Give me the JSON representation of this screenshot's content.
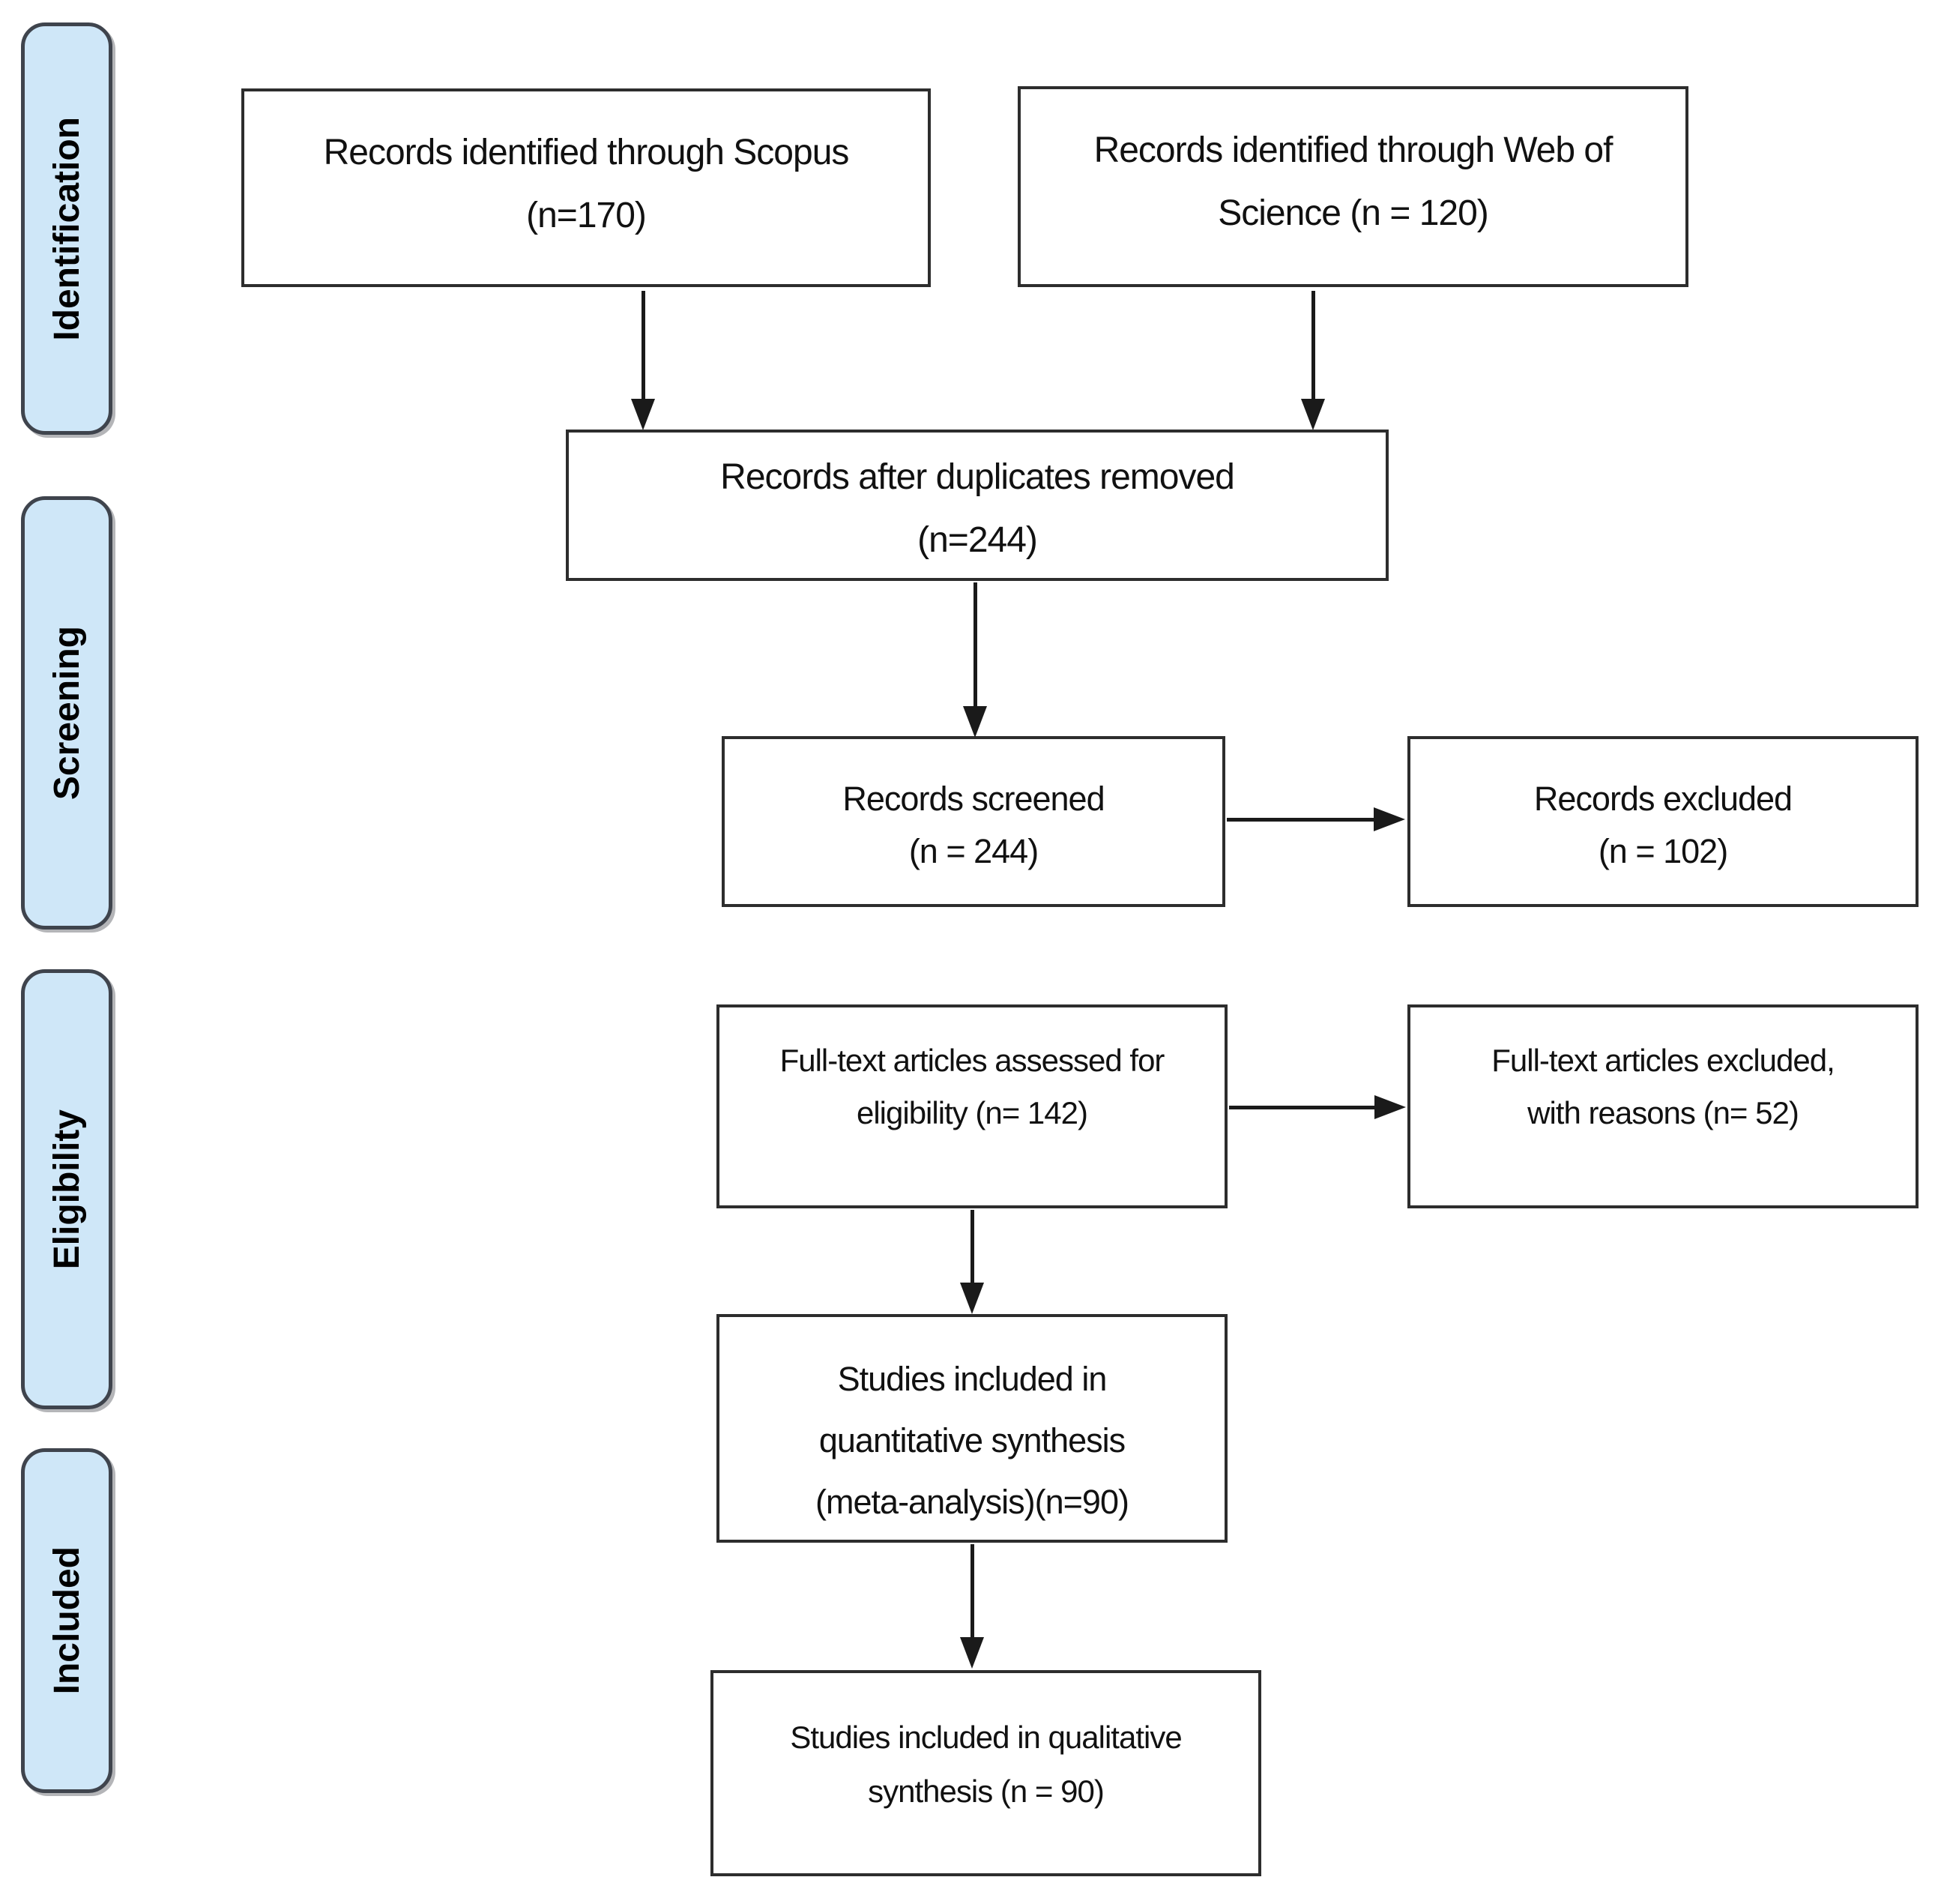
{
  "stages": {
    "identification": "Identification",
    "screening": "Screening",
    "eligibility": "Eligibility",
    "included": "Included"
  },
  "boxes": {
    "scopus": {
      "lines": [
        "Records identified through Scopus",
        "(n=170)"
      ]
    },
    "web_of_science": {
      "lines": [
        "Records identified through Web of",
        "Science (n = 120)"
      ]
    },
    "duplicates_removed": {
      "lines": [
        "Records after duplicates removed",
        "(n=244)"
      ]
    },
    "records_screened": {
      "lines": [
        "Records screened",
        "(n = 244)"
      ]
    },
    "records_excluded": {
      "lines": [
        "Records excluded",
        "(n = 102)"
      ]
    },
    "fulltext_assessed": {
      "lines": [
        "Full-text articles assessed for",
        "eligibility (n= 142)"
      ]
    },
    "fulltext_excluded": {
      "lines": [
        "Full-text articles excluded,",
        "with reasons (n= 52)"
      ]
    },
    "quantitative_synthesis": {
      "lines": [
        "Studies included in",
        "quantitative synthesis",
        "(meta-analysis)(n=90)"
      ]
    },
    "qualitative_synthesis": {
      "lines": [
        "Studies included in qualitative",
        "synthesis (n = 90)"
      ]
    }
  },
  "colors": {
    "stage_fill": "#cfe7f8",
    "stage_border": "#3f444d",
    "box_border": "#2d2d2d",
    "box_fill": "#ffffff",
    "arrow": "#1a1a1a",
    "text": "#111111"
  }
}
